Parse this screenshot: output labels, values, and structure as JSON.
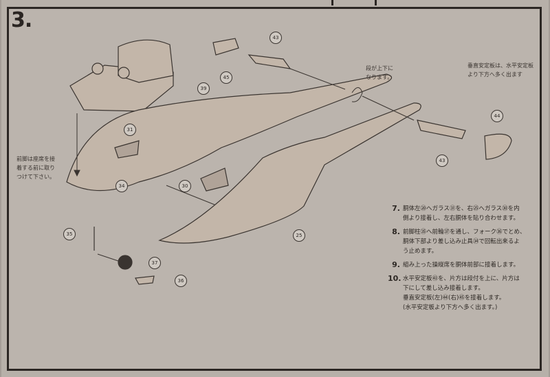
{
  "step_number": "3.",
  "notes": {
    "left": [
      "前脚は座席を接",
      "着する前に取り",
      "つけて下さい。"
    ],
    "middle": [
      "段が上下に",
      "なります。"
    ],
    "right": [
      "垂直安定板は、水平安定板",
      "より下方へ多く出ます"
    ]
  },
  "instructions": [
    {
      "num": "7.",
      "lines": [
        "胴体左⑳へガラス㉛を、右㉕へガラス㉚を内",
        "側より接着し、左右胴体を貼り合わせます。"
      ]
    },
    {
      "num": "8.",
      "lines": [
        "前脚柱㉟へ前輪㊲を通し、フォーク㊱でとめ、",
        "胴体下部より差し込み止具㉞で回転出来るよ",
        "う止めます。"
      ]
    },
    {
      "num": "9.",
      "lines": [
        "組み上った操縦席を胴体前部に接着します。"
      ]
    },
    {
      "num": "10.",
      "lines": [
        "水平安定板㊸を、片方は段付を上に、片方は",
        "下にして差し込み接着します。",
        "垂直安定板(左)㊹(右)㊺を接着します。",
        "(水平安定板より下方へ多く出ます。)"
      ]
    }
  ],
  "callouts": [
    "43",
    "45",
    "39",
    "31",
    "34",
    "44",
    "43",
    "30",
    "25",
    "35",
    "37",
    "36"
  ],
  "colors": {
    "line": "#3a3430",
    "part_fill": "#c3b6a9",
    "paper": "#bbb4ad"
  }
}
